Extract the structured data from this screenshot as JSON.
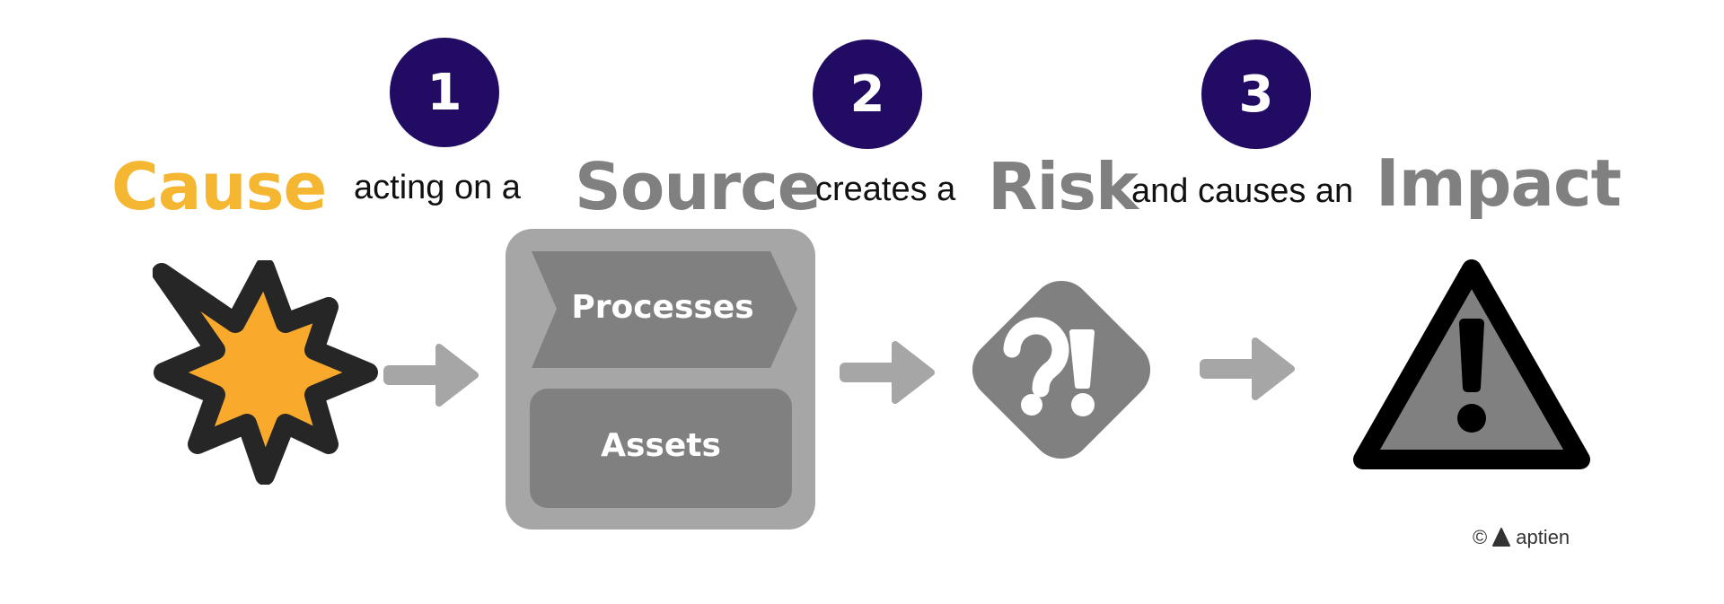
{
  "steps": {
    "step1": "1",
    "step2": "2",
    "step3": "3"
  },
  "phrase": {
    "cause": "Cause",
    "acting_on": "acting on a",
    "source": "Source",
    "creates": "creates a",
    "risk": "Risk",
    "and_causes": "and causes an",
    "impact": "Impact"
  },
  "source_box": {
    "processes": "Processes",
    "assets": "Assets"
  },
  "icons": {
    "cause": "explosion-icon",
    "risk": "question-exclamation-diamond-icon",
    "impact": "warning-triangle-icon",
    "arrow": "right-arrow-icon"
  },
  "colors": {
    "step_circle": "#220b62",
    "cause_text": "#f5b731",
    "grey_text": "#808080",
    "box_outer": "#a6a6a6",
    "box_inner": "#808080",
    "explosion_fill": "#f9a92b",
    "explosion_outline": "#262626"
  },
  "copyright": {
    "symbol": "©",
    "brand": "aptien"
  }
}
